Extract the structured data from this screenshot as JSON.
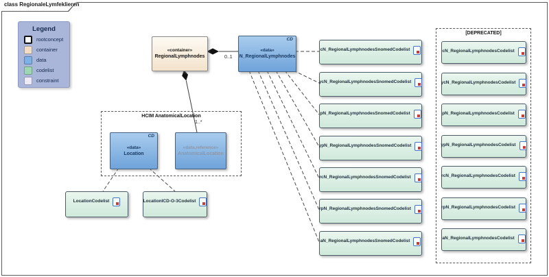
{
  "frame": {
    "title": "class RegionaleLymfeklieren"
  },
  "legend": {
    "title": "Legend",
    "items": [
      {
        "label": "rootconcept",
        "color": "#ffffff"
      },
      {
        "label": "container",
        "color": "#f2ddc4"
      },
      {
        "label": "data",
        "color": "#7db1e8"
      },
      {
        "label": "codelist",
        "color": "#9fd6b4"
      },
      {
        "label": "constraint",
        "color": "#eceaf6"
      }
    ]
  },
  "nodes": {
    "root_container": {
      "stereotype": "«container»",
      "name": "RegionalLymphnodes"
    },
    "n_data": {
      "stereotype": "«data»",
      "name": "N_RegionalLymphnodes",
      "tag": "CD"
    },
    "hcim_group": {
      "title": "HCIM AnatomicalLocation"
    },
    "location": {
      "stereotype": "«data»",
      "name": "Location",
      "tag": "CD"
    },
    "anatomical_location": {
      "stereotype": "«data,reference»",
      "name": "AnatomicalLocation"
    },
    "location_codelists": [
      {
        "label": "LocationCodelist"
      },
      {
        "label": "LocationICD-O-3Codelist"
      }
    ]
  },
  "edges": {
    "container_to_data_multiplicity": "0..1",
    "container_to_anatomical_multiplicity": "1..*"
  },
  "snomed_codelists": [
    "cN_RegionalLymphnodesSnomedCodelist",
    "ycN_RegionalLymphnodesSnomedCodelist",
    "pN_RegionalLymphnodesSnomedCodelist",
    "ypN_RegionalLymphnodesSnomedCodelist",
    "rcN_RegionalLymphnodesSnomedCodelist",
    "rpN_RegionalLymphnodesSnomedCodelist",
    "aN_RegionalLymphnodesSnomedCodelist"
  ],
  "deprecated": {
    "title": "[DEPRECATED]",
    "items": [
      "cN_RegionalLymphnodesCodelist",
      "ycN_RegionalLymphnodesCodelist",
      "pN_RegionalLymphnodesCodelist",
      "ypN_RegionalLymphnodesCodelist",
      "rcN_RegionalLymphnodesCodelist",
      "rpN_RegionalLymphnodesCodelist",
      "aN_RegionalLymphnodesCodelist"
    ]
  },
  "colors": {
    "legend_background": "#a9b6d9",
    "container_fill": "#f3e2cb",
    "data_fill": "#7db1e8",
    "codelist_fill": "#d8ecdf",
    "constraint_fill": "#eceaf6",
    "line": "#3c3c3c",
    "doc_icon_border": "#4472c4",
    "doc_icon_mark": "#cc3b33"
  }
}
